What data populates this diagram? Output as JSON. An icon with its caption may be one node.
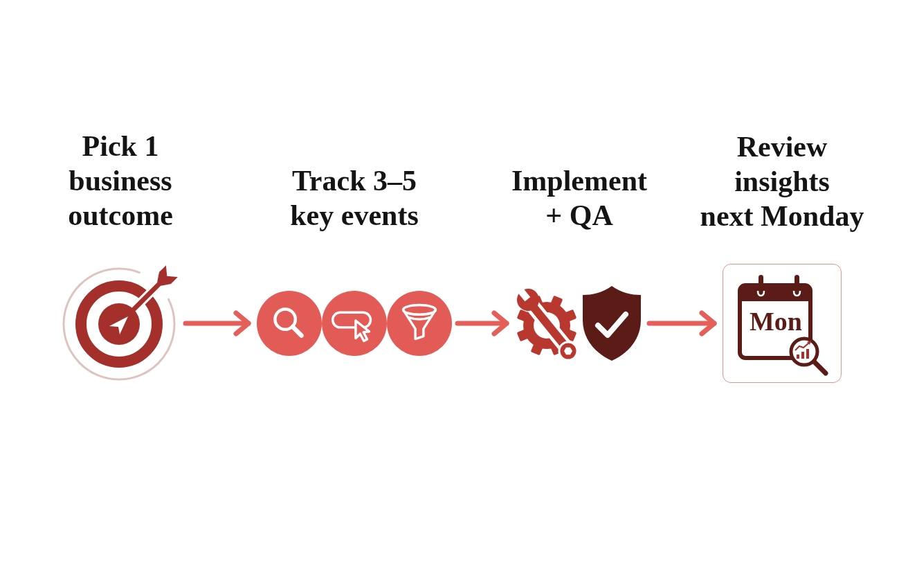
{
  "diagram": {
    "nodes": [
      {
        "text": [
          "Pick 1 business outcome"
        ]
      },
      {
        "text": [
          "Track 3–5 key events"
        ]
      },
      {
        "text": [
          "Implement + QA"
        ]
      },
      {
        "text": [
          "Review insights next Monday",
          "Mon"
        ]
      }
    ],
    "edges": [
      {
        "from": 0,
        "to": 1,
        "arrow": "to"
      },
      {
        "from": 1,
        "to": 2,
        "arrow": "to"
      },
      {
        "from": 2,
        "to": 3,
        "arrow": "to"
      }
    ]
  }
}
